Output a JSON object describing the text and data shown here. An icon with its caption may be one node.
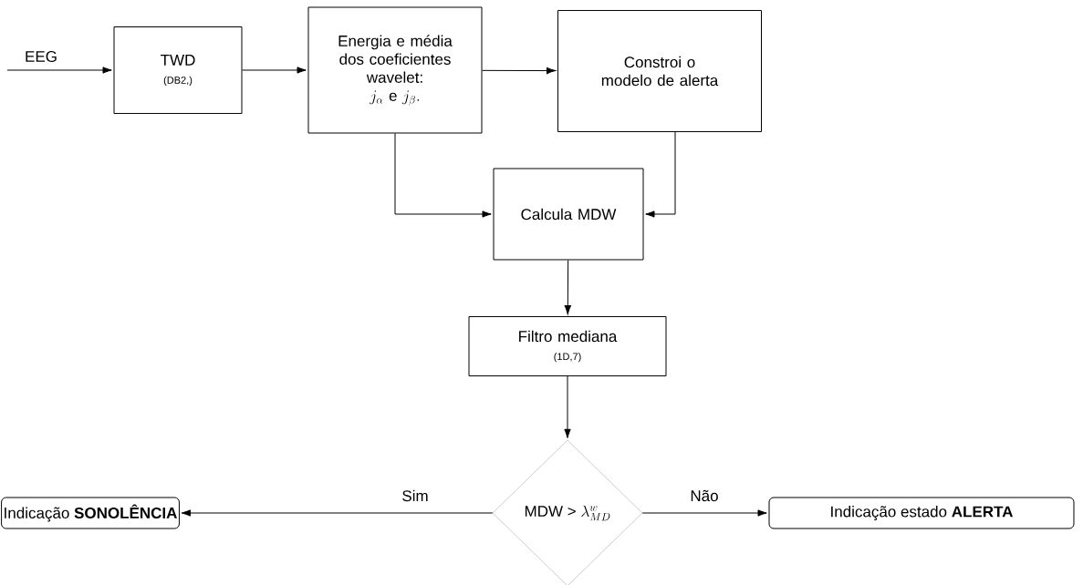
{
  "diagram": {
    "nodes": [
      {
        "text": [
          "TWD",
          "(DB2,)"
        ]
      },
      {
        "text": [
          "Energia e média dos coeficientes wavelet:",
          "j_{\\alpha}\\ \\mathrm{e}\\ j_{\\beta}."
        ]
      },
      {
        "text": [
          "Constroi o modelo de alerta"
        ]
      },
      {
        "text": [
          "Calcula MDW"
        ]
      },
      {
        "text": [
          "Filtro mediana",
          "(1D,7)"
        ]
      },
      {
        "text": [
          "MDW >",
          "\\lambda^{w}_{MD}"
        ]
      },
      {
        "text": [
          "Indicação **SONOLÊNCIA**"
        ]
      },
      {
        "text": [
          "Indicação estado **ALERTA**"
        ]
      }
    ],
    "edges": [
      {
        "from": null,
        "to": 0,
        "arrow": "to",
        "label": "EEG"
      },
      {
        "from": 0,
        "to": 1,
        "arrow": "to"
      },
      {
        "from": 1,
        "to": 2,
        "arrow": "to"
      },
      {
        "from": 1,
        "to": 3,
        "arrow": "to"
      },
      {
        "from": 2,
        "to": 3,
        "arrow": "to"
      },
      {
        "from": 3,
        "to": 4,
        "arrow": "to"
      },
      {
        "from": 4,
        "to": 5,
        "arrow": "to"
      },
      {
        "from": 5,
        "to": 6,
        "arrow": "to",
        "label": "Sim"
      },
      {
        "from": 5,
        "to": 7,
        "arrow": "to",
        "label": "Não"
      }
    ]
  }
}
